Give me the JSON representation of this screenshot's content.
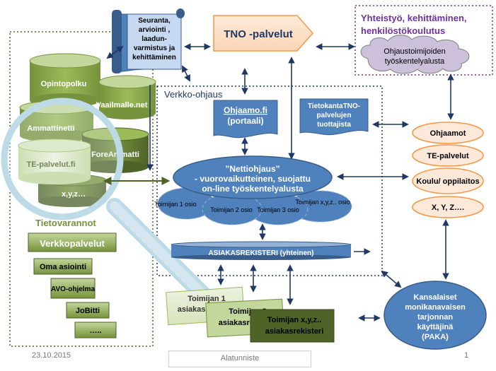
{
  "seuranta": {
    "lines": [
      "Seuranta,",
      "arviointi ,",
      "laadun-",
      "varmistus ja",
      "kehittäminen"
    ]
  },
  "tno": "TNO -palvelut",
  "yhteistyo": {
    "title_lines": [
      "Yhteistyö, kehittäminen,",
      "henkilöstökoulutus"
    ],
    "cloud_lines": [
      "Ohjaustoimijoiden",
      "työskentelyalusta"
    ]
  },
  "databases": {
    "opintopolku": "Opintopolku",
    "vaailmalle": "Vaailmalle.net",
    "ammattinetti": "Ammattinetti",
    "foreammatti": "ForeAmmatti",
    "tepalvelut": "TE-palvelut.fi",
    "xyz": "x,y,z…"
  },
  "verkko_ohjaus": "Verkko-ohjaus",
  "ohjaamo": {
    "lines": [
      "Ohjaamo.fi",
      "(portaali)"
    ]
  },
  "tietokanta": {
    "lines": [
      "TietokantaTNO-",
      "palvelujen",
      "tuottajista"
    ]
  },
  "nettiohjaus": {
    "lines": [
      "”Nettiohjaus”",
      "- vuorovaikutteinen, suojattu",
      "on-line työskentelyalusta"
    ]
  },
  "osiot": [
    "Toimijan 1 osio",
    "Toimijan 2 osio",
    "Toimijan 3 osio",
    "Toimijan x,y,z.. osio"
  ],
  "asiakasrekisteri": "ASIAKASREKISTERI (yhteinen)",
  "right_list": [
    "Ohjaamot",
    "TE-palvelut",
    "Koulu/ oppilaitos",
    "X, Y, Z…."
  ],
  "tietovarannot": "Tietovarannot",
  "verkkopalvelut": "Verkkopalvelut",
  "sub_services": [
    "Oma asiointi",
    "AVO-ohjelma",
    "JoBitti",
    "….."
  ],
  "toimija_rekisterit": [
    {
      "lines": [
        "Toimijan 1",
        "asiakasrekisteri"
      ]
    },
    {
      "lines": [
        "Toimijan 2",
        "asiakasrekisteri"
      ]
    },
    {
      "lines": [
        "Toimijan x,y,z..",
        "asiakasrekisteri"
      ]
    }
  ],
  "kansalaiset": {
    "lines": [
      "Kansalaiset",
      "monikanavaisen",
      "tarjonnan",
      "käyttäjinä",
      "(PAKA)"
    ]
  },
  "footer": {
    "date": "23.10.2015",
    "center": "Alatunniste",
    "page": "1"
  },
  "colors": {
    "blue": "#4f81bd",
    "dark_blue": "#385d8a",
    "green_top": "#9bbb59",
    "orange_fill": "#fde9d9",
    "orange_stroke": "#f79646",
    "purple": "#7030a0",
    "cloud": "#ccc0da"
  }
}
